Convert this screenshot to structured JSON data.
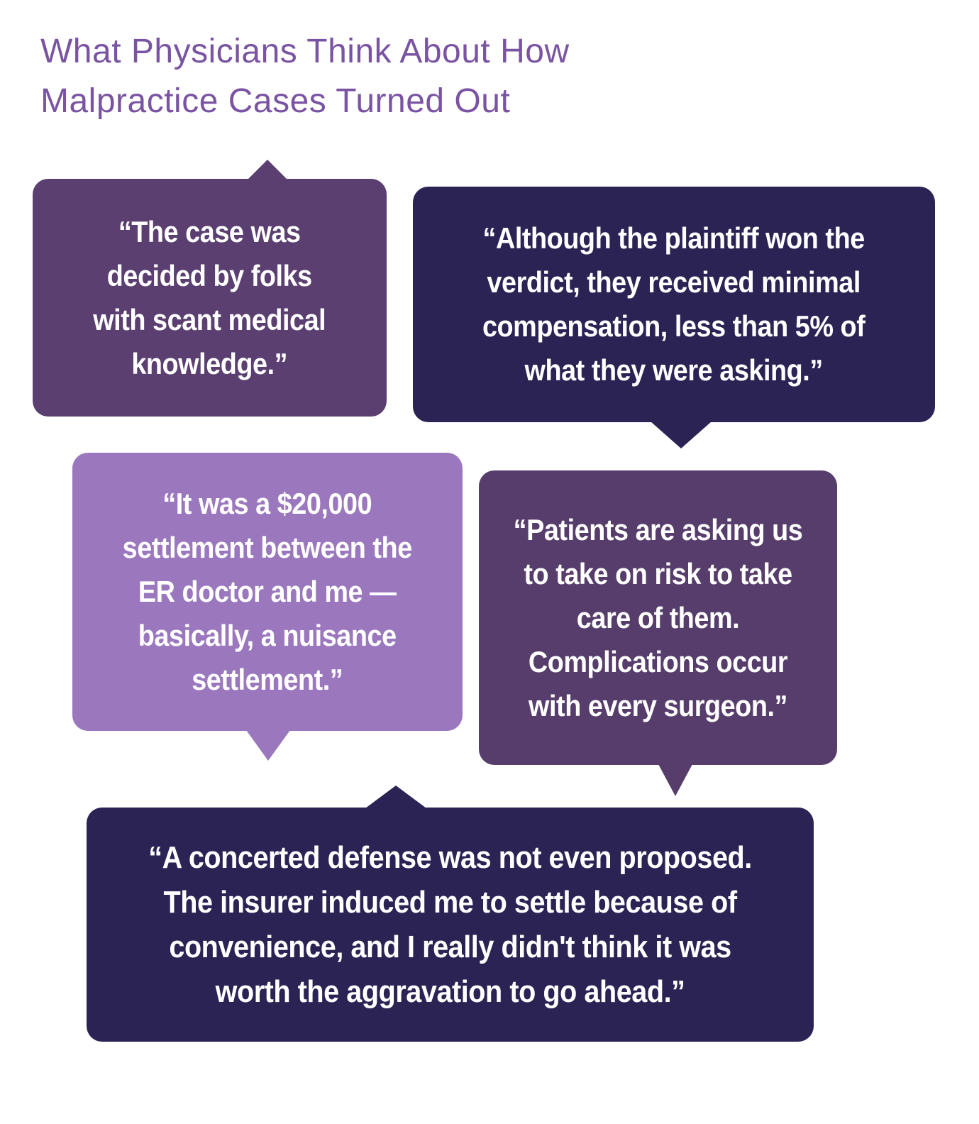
{
  "title": {
    "text": "What Physicians Think About How Malpractice Cases Turned Out",
    "lines": [
      "What Physicians Think About How",
      "Malpractice Cases Turned Out"
    ],
    "color": "#7A54A2"
  },
  "quotes": [
    {
      "text": "“The case was decided by folks with scant medical knowledge.”",
      "lines": [
        "“The case was",
        "decided by folks",
        "with scant medical",
        "knowledge.”"
      ],
      "bg": "#5A3F70",
      "tail_direction": "up"
    },
    {
      "text": "“Although the plaintiff won the verdict, they received minimal compensation, less than 5% of what they were asking.”",
      "lines": [
        "“Although the plaintiff won the",
        "verdict, they received minimal",
        "compensation, less than 5% of",
        "what they were asking.”"
      ],
      "bg": "#2C2355",
      "tail_direction": "down"
    },
    {
      "text": "“It was a $20,000 settlement between the ER doctor and me — basically, a nuisance settlement.”",
      "lines": [
        "“It was a $20,000",
        "settlement between the",
        "ER doctor and me —",
        "basically, a nuisance",
        "settlement.”"
      ],
      "bg": "#9B78BE",
      "tail_direction": "down"
    },
    {
      "text": "“Patients are asking us to take on risk to take care of them. Complications occur with every surgeon.”",
      "lines": [
        "“Patients are asking us",
        "to take on risk to take",
        "care of them.",
        "Complications occur",
        "with every surgeon.”"
      ],
      "bg": "#573D6B",
      "tail_direction": "down"
    },
    {
      "text": "“A concerted defense was not even proposed. The insurer induced me to settle because of convenience, and I really didn't think it was worth the aggravation to go ahead.”",
      "lines": [
        "“A concerted defense was not even proposed.",
        "The insurer induced me to settle because of",
        "convenience, and I really didn't think it was",
        "worth the aggravation to go ahead.”"
      ],
      "bg": "#2C2355",
      "tail_direction": "up"
    }
  ],
  "background_color": "#FFFFFF"
}
